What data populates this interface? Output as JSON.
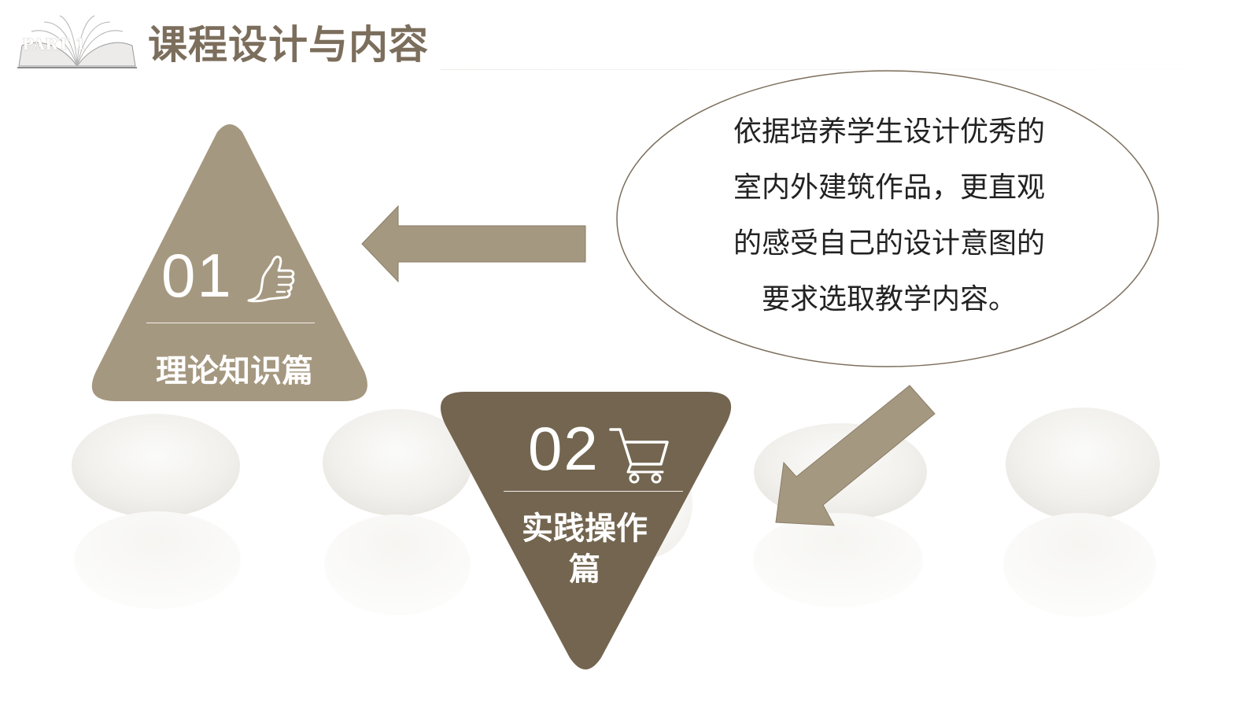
{
  "header": {
    "part_label": "PART 1",
    "title": "课程设计与内容"
  },
  "sections": [
    {
      "number": "01",
      "label": "理论知识篇",
      "icon": "thumbs-up-icon"
    },
    {
      "number": "02",
      "label": "实践操作篇",
      "icon": "shopping-cart-icon"
    }
  ],
  "bubble": {
    "lines": [
      "依据培养学生设计优秀的",
      "室内外建筑作品，更直观",
      "的感受自己的设计意图的",
      "要求选取教学内容。"
    ]
  },
  "colors": {
    "primary_tan": "#a59880",
    "dark_brown": "#73654f",
    "title_brown": "#7c6e5c"
  }
}
